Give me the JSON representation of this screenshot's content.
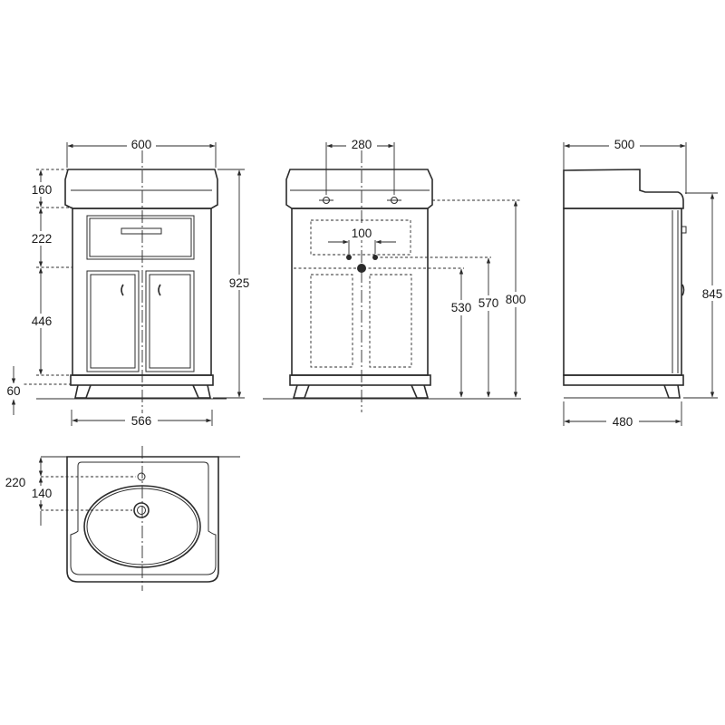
{
  "front_view": {
    "width_top": "600",
    "width_base": "566",
    "height_total": "925",
    "height_upstand": "160",
    "height_drawer": "222",
    "height_doors": "446",
    "height_plinth": "60"
  },
  "rear_view": {
    "tap_centres": "280",
    "waste_spacing": "100",
    "height_waste_low": "530",
    "height_waste_high": "570",
    "height_basin": "800"
  },
  "side_view": {
    "depth_top": "500",
    "depth_base": "480",
    "height_side": "845"
  },
  "basin_plan": {
    "tap_offset": "220",
    "waste_offset": "140"
  }
}
